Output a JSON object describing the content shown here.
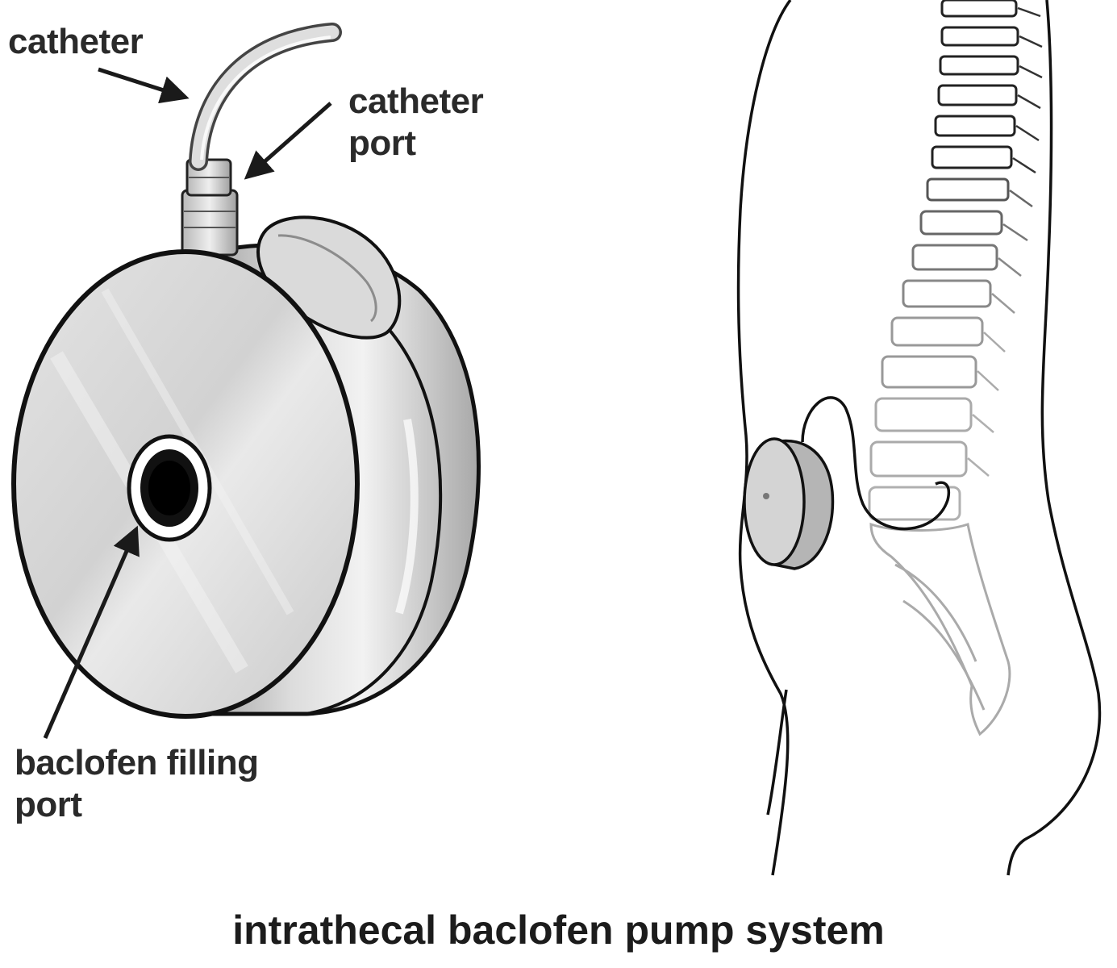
{
  "labels": {
    "catheter": "catheter",
    "catheter_port_line1": "catheter",
    "catheter_port_line2": "port",
    "filling_port_line1": "baclofen filling",
    "filling_port_line2": "port"
  },
  "caption": "intrathecal baclofen pump system"
}
